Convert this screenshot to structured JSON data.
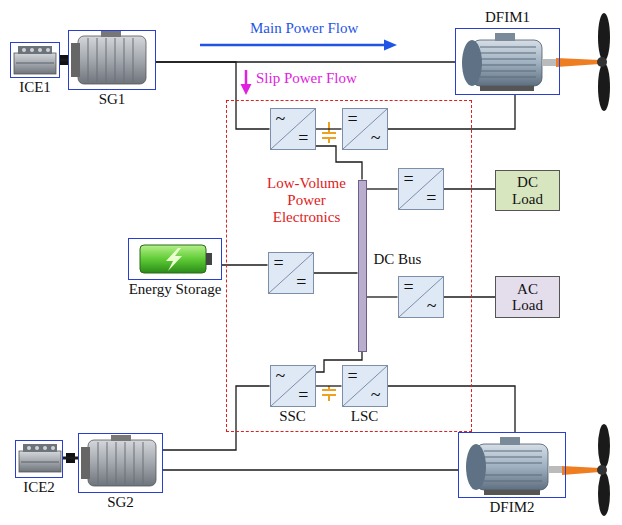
{
  "diagram": {
    "nodes": [
      {
        "text": [
          "ICE1"
        ]
      },
      {
        "text": [
          "SG1"
        ]
      },
      {
        "text": [
          "DFIM1"
        ]
      },
      {
        "text": [
          "Low-Volume Power Electronics"
        ]
      },
      {
        "text": [
          "~",
          "="
        ],
        "in": 3
      },
      {
        "text": [
          "=",
          "~"
        ],
        "in": 3
      },
      {
        "text": [
          "DC Bus"
        ],
        "in": 3
      },
      {
        "text": [
          "=",
          "="
        ],
        "in": 3
      },
      {
        "text": [
          "DC Load"
        ]
      },
      {
        "text": [
          "=",
          "~"
        ],
        "in": 3
      },
      {
        "text": [
          "AC Load"
        ]
      },
      {
        "text": [
          "Energy Storage"
        ]
      },
      {
        "text": [
          "=",
          "="
        ],
        "in": 3
      },
      {
        "text": [
          "~",
          "=",
          "SSC"
        ],
        "in": 3
      },
      {
        "text": [
          "=",
          "~",
          "LSC"
        ],
        "in": 3
      },
      {
        "text": [
          "ICE2"
        ]
      },
      {
        "text": [
          "SG2"
        ]
      },
      {
        "text": [
          "DFIM2"
        ]
      }
    ],
    "edges": [
      {
        "from": 0,
        "to": 1,
        "arrow": "none"
      },
      {
        "from": 1,
        "to": 2,
        "arrow": "none"
      },
      {
        "from": 1,
        "to": 4,
        "arrow": "none"
      },
      {
        "from": 4,
        "to": 5,
        "arrow": "none"
      },
      {
        "from": 5,
        "to": 2,
        "arrow": "none"
      },
      {
        "from": 4,
        "to": 6,
        "arrow": "none"
      },
      {
        "from": 6,
        "to": 7,
        "arrow": "none"
      },
      {
        "from": 7,
        "to": 8,
        "arrow": "none"
      },
      {
        "from": 6,
        "to": 9,
        "arrow": "none"
      },
      {
        "from": 9,
        "to": 10,
        "arrow": "none"
      },
      {
        "from": 11,
        "to": 12,
        "arrow": "none"
      },
      {
        "from": 12,
        "to": 6,
        "arrow": "none"
      },
      {
        "from": 6,
        "to": 13,
        "arrow": "none"
      },
      {
        "from": 13,
        "to": 14,
        "arrow": "none"
      },
      {
        "from": 15,
        "to": 16,
        "arrow": "none"
      },
      {
        "from": 16,
        "to": 17,
        "arrow": "none"
      },
      {
        "from": 16,
        "to": 13,
        "arrow": "none"
      },
      {
        "from": 14,
        "to": 17,
        "arrow": "none"
      }
    ],
    "labels": [
      "Main Power Flow",
      "Slip Power Flow"
    ]
  }
}
